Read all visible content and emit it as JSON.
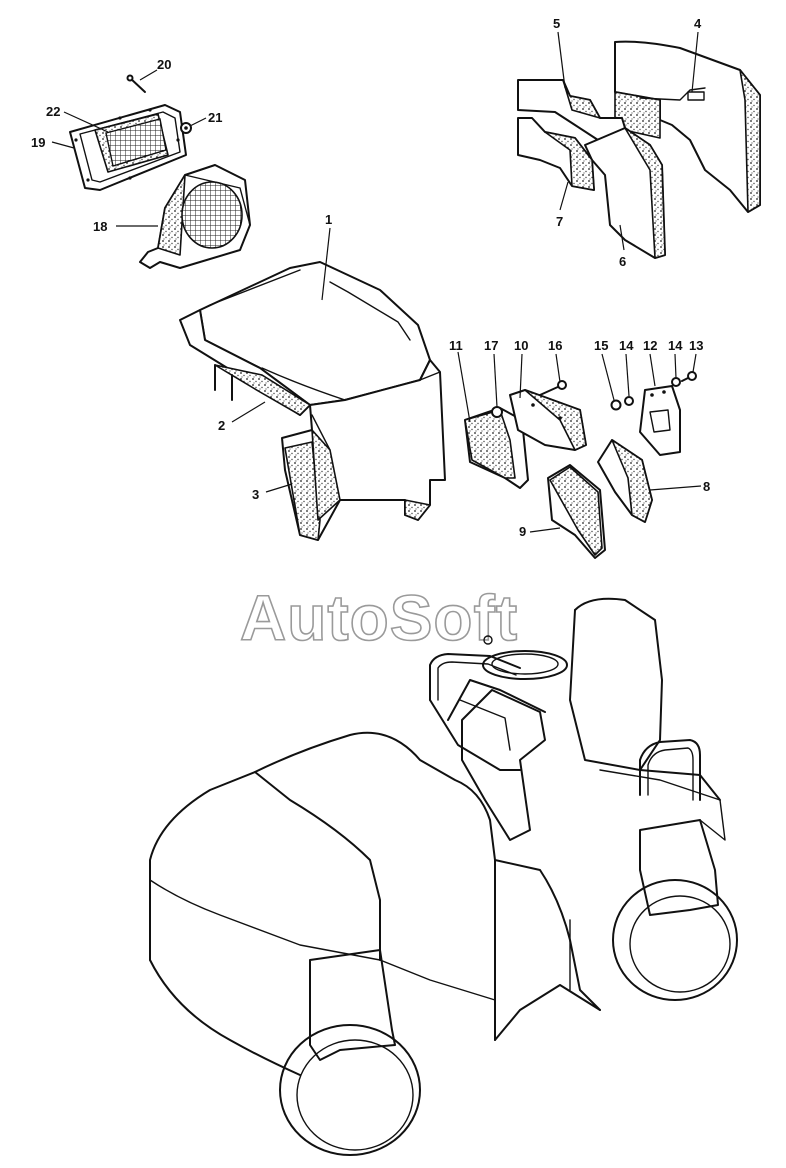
{
  "watermark": "AutoSoft",
  "callouts": {
    "p1": "1",
    "p2": "2",
    "p3": "3",
    "p4": "4",
    "p5": "5",
    "p6": "6",
    "p7": "7",
    "p8": "8",
    "p9": "9",
    "p10": "10",
    "p11": "11",
    "p12": "12",
    "p13": "13",
    "p14a": "14",
    "p14b": "14",
    "p15": "15",
    "p16": "16",
    "p17": "17",
    "p18": "18",
    "p19": "19",
    "p20": "20",
    "p21": "21",
    "p22": "22"
  }
}
